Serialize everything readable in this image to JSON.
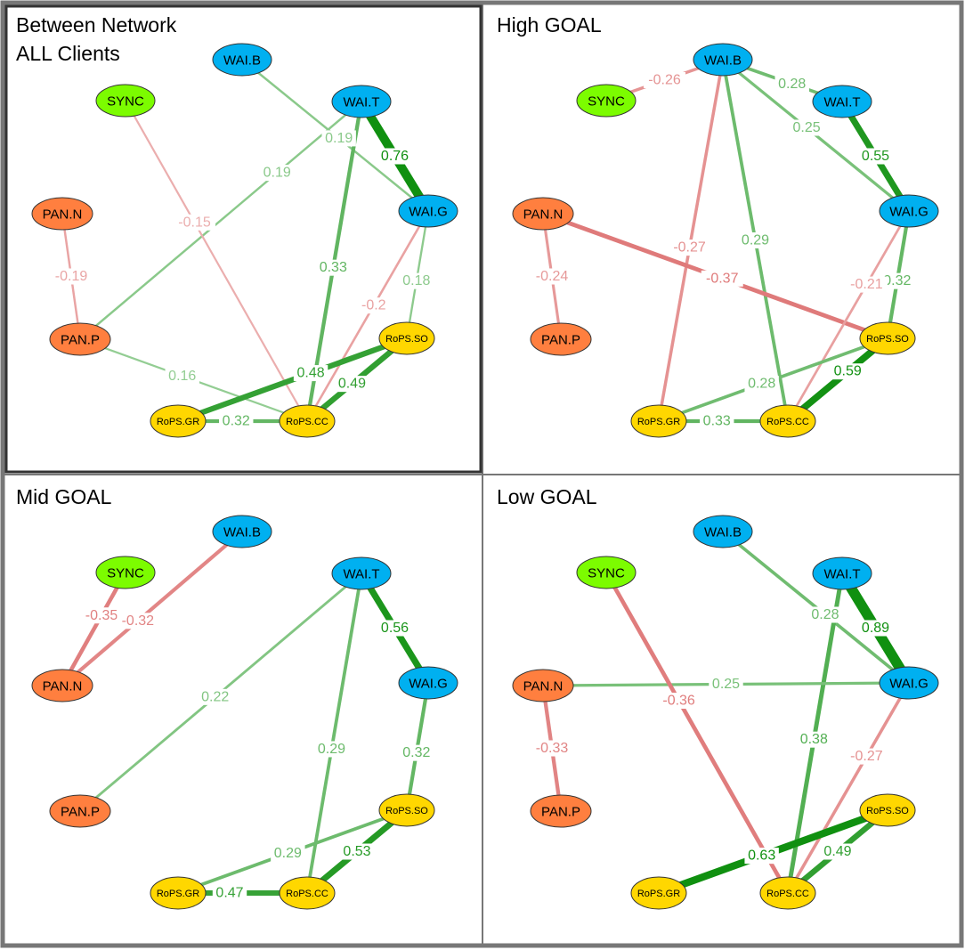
{
  "colors": {
    "wai": "#00B0F0",
    "sync": "#7CFC00",
    "pan": "#FF7F3F",
    "rops": "#FFD700",
    "positive": "#109010",
    "negative": "#D24545"
  },
  "panels": [
    {
      "id": "between",
      "title_lines": [
        "Between Network",
        "ALL Clients"
      ],
      "edges": [
        {
          "from": "WAI.B",
          "to": "WAI.G",
          "weight": 0.19,
          "label": "0.19"
        },
        {
          "from": "WAI.T",
          "to": "WAI.G",
          "weight": 0.76,
          "label": "0.76"
        },
        {
          "from": "WAI.T",
          "to": "PAN.P",
          "weight": 0.19,
          "label": "0.19"
        },
        {
          "from": "WAI.T",
          "to": "RoPS.CC",
          "weight": 0.33,
          "label": "0.33"
        },
        {
          "from": "SYNC",
          "to": "RoPS.CC",
          "weight": -0.15,
          "label": "-0.15"
        },
        {
          "from": "PAN.N",
          "to": "PAN.P",
          "weight": -0.19,
          "label": "-0.19"
        },
        {
          "from": "WAI.G",
          "to": "RoPS.SO",
          "weight": 0.18,
          "label": "0.18"
        },
        {
          "from": "WAI.G",
          "to": "RoPS.CC",
          "weight": -0.2,
          "label": "-0.2"
        },
        {
          "from": "PAN.P",
          "to": "RoPS.CC",
          "weight": 0.16,
          "label": "0.16"
        },
        {
          "from": "RoPS.SO",
          "to": "RoPS.GR",
          "weight": 0.48,
          "label": "0.48"
        },
        {
          "from": "RoPS.SO",
          "to": "RoPS.CC",
          "weight": 0.49,
          "label": "0.49"
        },
        {
          "from": "RoPS.GR",
          "to": "RoPS.CC",
          "weight": 0.32,
          "label": "0.32"
        }
      ]
    },
    {
      "id": "high",
      "title_lines": [
        "High GOAL"
      ],
      "edges": [
        {
          "from": "WAI.B",
          "to": "SYNC",
          "weight": -0.26,
          "label": "-0.26"
        },
        {
          "from": "WAI.B",
          "to": "WAI.T",
          "weight": 0.28,
          "label": "0.28"
        },
        {
          "from": "WAI.B",
          "to": "WAI.G",
          "weight": 0.25,
          "label": "0.25"
        },
        {
          "from": "WAI.B",
          "to": "RoPS.GR",
          "weight": -0.27,
          "label": "-0.27"
        },
        {
          "from": "WAI.B",
          "to": "RoPS.CC",
          "weight": 0.29,
          "label": "0.29"
        },
        {
          "from": "WAI.T",
          "to": "WAI.G",
          "weight": 0.55,
          "label": "0.55"
        },
        {
          "from": "PAN.N",
          "to": "PAN.P",
          "weight": -0.24,
          "label": "-0.24"
        },
        {
          "from": "PAN.N",
          "to": "RoPS.SO",
          "weight": -0.37,
          "label": "-0.37"
        },
        {
          "from": "WAI.G",
          "to": "RoPS.SO",
          "weight": 0.32,
          "label": "0.32"
        },
        {
          "from": "WAI.G",
          "to": "RoPS.CC",
          "weight": -0.21,
          "label": "-0.21"
        },
        {
          "from": "RoPS.SO",
          "to": "RoPS.GR",
          "weight": 0.28,
          "label": "0.28"
        },
        {
          "from": "RoPS.SO",
          "to": "RoPS.CC",
          "weight": 0.59,
          "label": "0.59"
        },
        {
          "from": "RoPS.GR",
          "to": "RoPS.CC",
          "weight": 0.33,
          "label": "0.33"
        }
      ]
    },
    {
      "id": "mid",
      "title_lines": [
        "Mid GOAL"
      ],
      "edges": [
        {
          "from": "SYNC",
          "to": "PAN.N",
          "weight": -0.35,
          "label": "-0.35"
        },
        {
          "from": "WAI.B",
          "to": "PAN.N",
          "weight": -0.32,
          "label": "-0.32"
        },
        {
          "from": "WAI.T",
          "to": "WAI.G",
          "weight": 0.56,
          "label": "0.56"
        },
        {
          "from": "WAI.T",
          "to": "PAN.P",
          "weight": 0.22,
          "label": "0.22"
        },
        {
          "from": "WAI.T",
          "to": "RoPS.CC",
          "weight": 0.29,
          "label": "0.29"
        },
        {
          "from": "WAI.G",
          "to": "RoPS.SO",
          "weight": 0.32,
          "label": "0.32"
        },
        {
          "from": "RoPS.SO",
          "to": "RoPS.GR",
          "weight": 0.29,
          "label": "0.29"
        },
        {
          "from": "RoPS.SO",
          "to": "RoPS.CC",
          "weight": 0.53,
          "label": "0.53"
        },
        {
          "from": "RoPS.GR",
          "to": "RoPS.CC",
          "weight": 0.47,
          "label": "0.47"
        }
      ]
    },
    {
      "id": "low",
      "title_lines": [
        "Low GOAL"
      ],
      "edges": [
        {
          "from": "WAI.B",
          "to": "WAI.G",
          "weight": 0.28,
          "label": "0.28"
        },
        {
          "from": "WAI.T",
          "to": "WAI.G",
          "weight": 0.89,
          "label": "0.89"
        },
        {
          "from": "WAI.T",
          "to": "RoPS.CC",
          "weight": 0.38,
          "label": "0.38"
        },
        {
          "from": "PAN.N",
          "to": "WAI.G",
          "weight": 0.25,
          "label": "0.25"
        },
        {
          "from": "PAN.N",
          "to": "PAN.P",
          "weight": -0.33,
          "label": "-0.33"
        },
        {
          "from": "SYNC",
          "to": "RoPS.CC",
          "weight": -0.36,
          "label": "-0.36"
        },
        {
          "from": "WAI.G",
          "to": "RoPS.CC",
          "weight": -0.27,
          "label": "-0.27"
        },
        {
          "from": "RoPS.SO",
          "to": "RoPS.GR",
          "weight": 0.63,
          "label": "0.63"
        },
        {
          "from": "RoPS.SO",
          "to": "RoPS.CC",
          "weight": 0.49,
          "label": "0.49"
        }
      ]
    }
  ],
  "nodes": [
    {
      "id": "WAI.B",
      "label": "WAI.B",
      "group": "wai"
    },
    {
      "id": "WAI.T",
      "label": "WAI.T",
      "group": "wai"
    },
    {
      "id": "WAI.G",
      "label": "WAI.G",
      "group": "wai"
    },
    {
      "id": "SYNC",
      "label": "SYNC",
      "group": "sync"
    },
    {
      "id": "PAN.N",
      "label": "PAN.N",
      "group": "pan"
    },
    {
      "id": "PAN.P",
      "label": "PAN.P",
      "group": "pan"
    },
    {
      "id": "RoPS.SO",
      "label": "RoPS.SO",
      "group": "rops"
    },
    {
      "id": "RoPS.GR",
      "label": "RoPS.GR",
      "group": "rops"
    },
    {
      "id": "RoPS.CC",
      "label": "RoPS.CC",
      "group": "rops"
    }
  ]
}
